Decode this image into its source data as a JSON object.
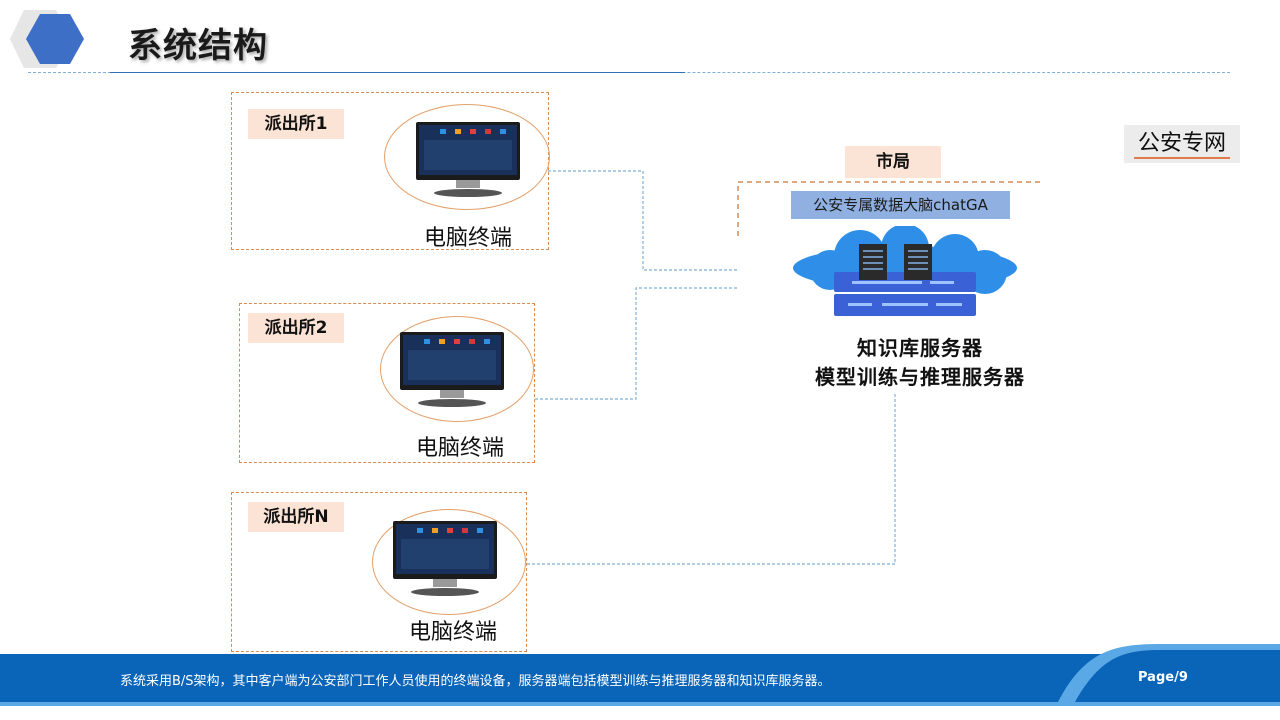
{
  "header": {
    "title": "系统结构"
  },
  "stations": [
    {
      "label": "派出所1",
      "terminal": "电脑终端"
    },
    {
      "label": "派出所2",
      "terminal": "电脑终端"
    },
    {
      "label": "派出所N",
      "terminal": "电脑终端"
    }
  ],
  "city": {
    "label": "市局",
    "brain": "公安专属数据大脑chatGA",
    "server_line1": "知识库服务器",
    "server_line2": "模型训练与推理服务器"
  },
  "network": {
    "label": "公安专网"
  },
  "footer": {
    "text": "系统采用B/S架构，其中客户端为公安部门工作人员使用的终端设备，服务器端包括模型训练与推理服务器和知识库服务器。",
    "page": "Page/9"
  },
  "colors": {
    "accent_blue": "#2f6fb3",
    "dashed_orange": "#d98c52",
    "label_bg": "#fbe3d5",
    "footer_blue": "#0a64b7"
  }
}
